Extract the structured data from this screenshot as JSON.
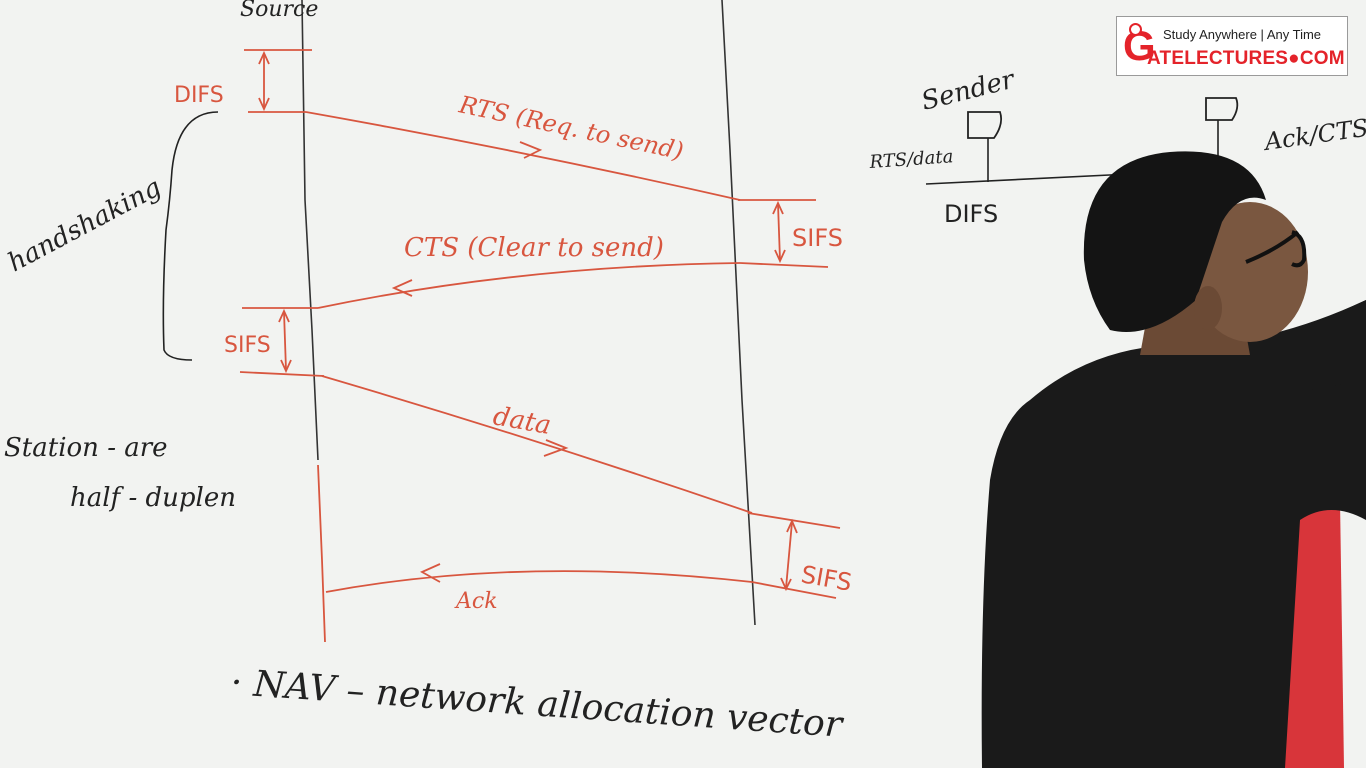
{
  "board": {
    "source_label": "Source",
    "difs_left": "DIFS",
    "rts_label": "RTS (Req. to send)",
    "sifs_top": "SIFS",
    "cts_label": "CTS (Clear to send)",
    "sifs_left": "SIFS",
    "data_label": "data",
    "sifs_bottom": "SIFS",
    "ack_label": "Ack",
    "handshaking": "handshaking",
    "station_line1": "Station - are",
    "station_line2": "half - duplen",
    "nav_note": "· NAV – network allocation vector",
    "sender_label": "Sender",
    "rts_data_label": "RTS/data",
    "ack_cts_label": "Ack/CTS",
    "difs_right": "DIFS"
  },
  "logo": {
    "tagline": "Study Anywhere | Any Time",
    "brand": "ATELECTURES●COM"
  },
  "colors": {
    "board": "#f2f3f1",
    "ink_red": "#d8563f",
    "ink_black": "#222222",
    "brand_red": "#e4232a",
    "curtain_red": "#d8353a",
    "shirt": "#1a1a1a"
  }
}
